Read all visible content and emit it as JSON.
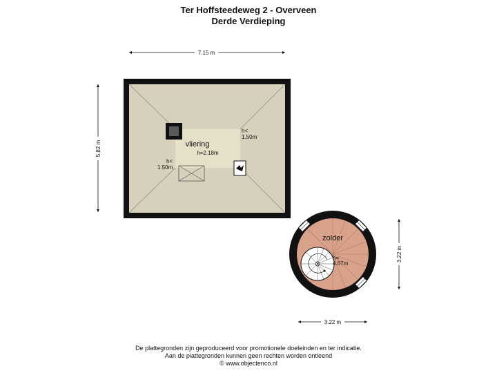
{
  "header": {
    "title": "Ter Hoffsteedeweg 2 - Overveen",
    "subtitle": "Derde Verdieping"
  },
  "dimensions": {
    "vliering_width": "7.15 m",
    "vliering_depth": "5.82 m",
    "zolder_width": "3.22 m",
    "zolder_depth": "3.22 m"
  },
  "rooms": {
    "vliering": {
      "name": "vliering",
      "height": "h=2.18m",
      "low_height_right_1": "h<",
      "low_height_right_2": "1.50m",
      "low_height_left_1": "h<",
      "low_height_left_2": "1.50m"
    },
    "zolder": {
      "name": "zolder",
      "height_1": "h=",
      "height_2": "4.67m"
    }
  },
  "colors": {
    "wall": "#111111",
    "attic_floor": "#d6d0bc",
    "attic_center": "#e6e0c8",
    "tower_floor": "#d9a28a"
  },
  "footer": {
    "line1": "De plattegronden zijn geproduceerd voor promotionele doeleinden en ter indicatie.",
    "line2": "Aan de plattegronden kunnen geen rechten worden ontleend",
    "line3": "© www.objectenco.nl"
  }
}
